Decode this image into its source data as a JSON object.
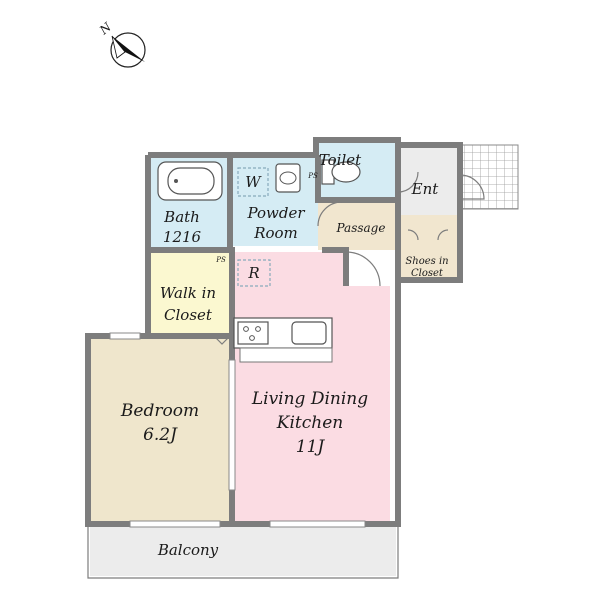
{
  "compass": {
    "label": "N",
    "icon": "north-arrow-icon"
  },
  "rooms": {
    "toilet": "Toilet",
    "ent": "Ent",
    "bath": [
      "Bath",
      "1216"
    ],
    "washer": "W",
    "powder_room": [
      "Powder",
      "Room"
    ],
    "passage": "Passage",
    "shoes_closet": [
      "Shoes in",
      "Closet"
    ],
    "ps_top": "PS",
    "ps_mid": "PS",
    "fridge": "R",
    "walk_in_closet": [
      "Walk in",
      "Closet"
    ],
    "bedroom": [
      "Bedroom",
      "6.2J"
    ],
    "ldk": [
      "Living Dining",
      "Kitchen",
      "11J"
    ],
    "balcony": "Balcony"
  },
  "colors": {
    "wet_areas": "#d5ecf4",
    "passage": "#f1e6cf",
    "walk_in_closet": "#fbf8d0",
    "bedroom": "#efe6cc",
    "ldk": "#fbdce3",
    "balcony": "#ececec",
    "ent": "#ececec",
    "wall": "#7d7d7d"
  }
}
